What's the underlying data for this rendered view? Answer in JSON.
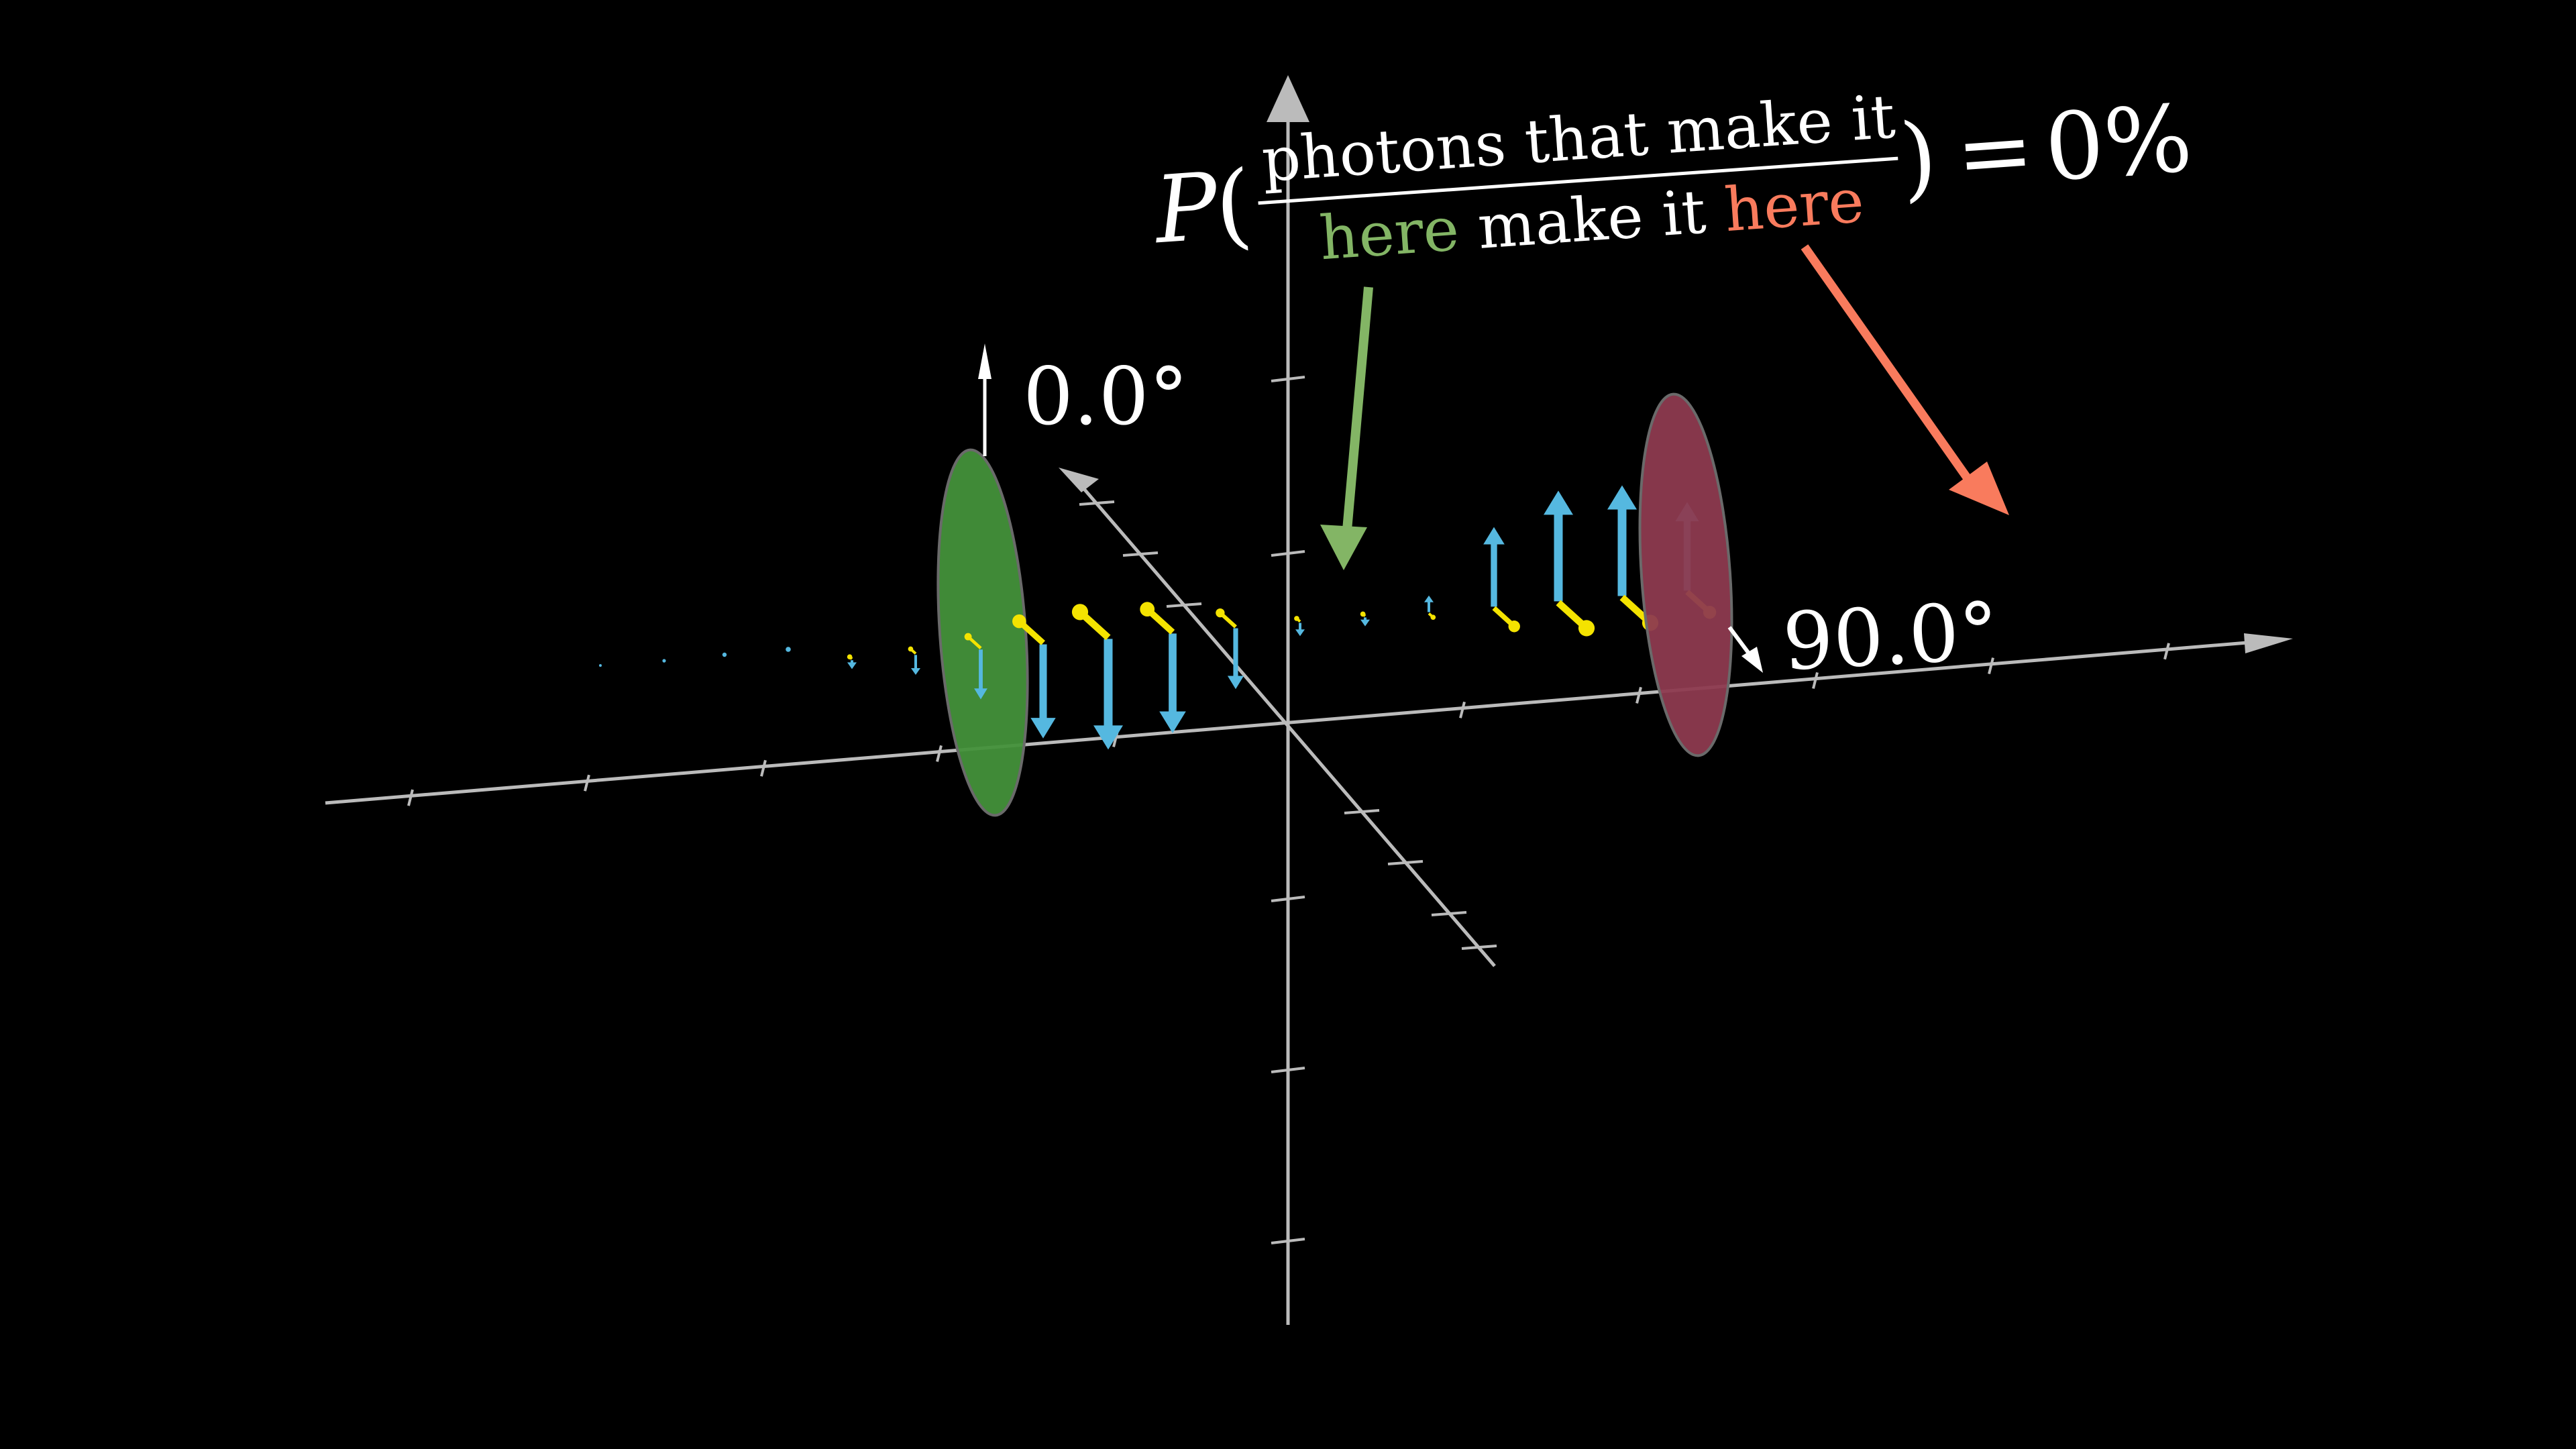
{
  "colors": {
    "background": "#000000",
    "axis": "#bbbbbb",
    "text": "#ffffff",
    "filter_green": "#43913a",
    "filter_red": "#8d3a4f",
    "wave_blue": "#55b8e0",
    "wave_yellow": "#f4e300",
    "arrow_green": "#83b565",
    "arrow_red": "#f97b5d"
  },
  "icons": {
    "axes": "3d-axes",
    "first_filter": "polarizing-filter-green",
    "second_filter": "polarizing-filter-red",
    "first_polarization_indicator": "arrow-up",
    "second_polarization_indicator": "arrow-down-right",
    "green_pointer": "arrow-down",
    "red_pointer": "arrow-down-right"
  },
  "first_filter": {
    "angle_label": "0.0°"
  },
  "second_filter": {
    "angle_label": "90.0°"
  },
  "formula": {
    "p": "P",
    "open_paren": "(",
    "numerator": "photons that make it",
    "denominator_here_green": "here",
    "denominator_middle": " make it ",
    "denominator_here_red": "here",
    "close_paren": ")",
    "equals": "=",
    "value": "0%"
  },
  "wave": {
    "amplitudes": [
      0.08,
      0.18,
      0.45,
      0.85,
      1.0,
      0.9,
      0.55,
      0.12,
      0.08,
      -0.15,
      -0.72,
      -1.0,
      -1.0,
      -0.8
    ]
  }
}
